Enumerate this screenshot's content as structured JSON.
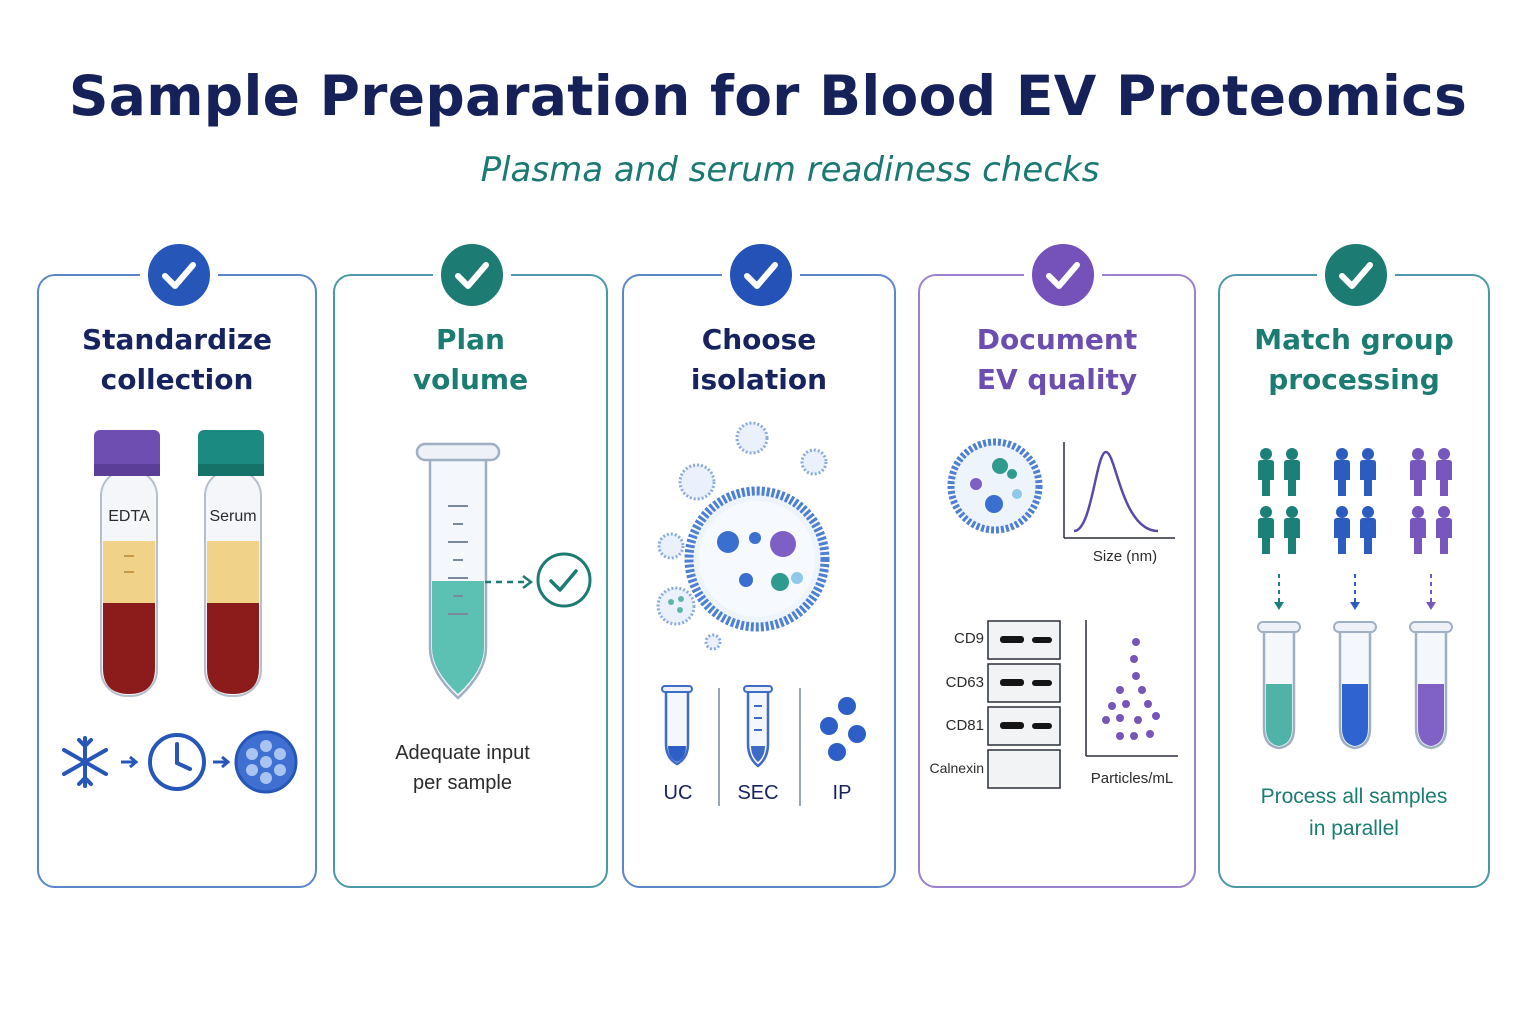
{
  "header": {
    "title": "Sample Preparation for Blood EV Proteomics",
    "subtitle": "Plasma and serum readiness checks"
  },
  "colors": {
    "navy": "#16215a",
    "blue": "#2a56b6",
    "teal": "#1d7e75",
    "purple": "#7755b8",
    "blood": "#8c1c1c",
    "serum_yellow": "#f1d48a"
  },
  "cards": [
    {
      "title_line1": "Standardize",
      "title_line2": "collection",
      "tube_labels": [
        "EDTA",
        "Serum"
      ],
      "icons": [
        "check-icon",
        "snowflake-icon",
        "clock-icon",
        "sample-plate-icon"
      ]
    },
    {
      "title_line1": "Plan",
      "title_line2": "volume",
      "caption_line1": "Adequate input",
      "caption_line2": "per sample",
      "icons": [
        "check-icon",
        "graduated-tube-icon",
        "check-circle-icon"
      ]
    },
    {
      "title_line1": "Choose",
      "title_line2": "isolation",
      "methods": [
        "UC",
        "SEC",
        "IP"
      ],
      "icons": [
        "check-icon",
        "vesicle-icon",
        "tube-icon",
        "column-icon",
        "beads-icon"
      ]
    },
    {
      "title_line1": "Document",
      "title_line2": "EV quality",
      "size_axis_label": "Size (nm)",
      "markers": [
        "CD9",
        "CD63",
        "CD81",
        "Calnexin"
      ],
      "particles_axis_label": "Particles/mL",
      "icons": [
        "check-icon",
        "vesicle-icon",
        "size-distribution-icon",
        "western-blot-icon",
        "scatter-icon"
      ]
    },
    {
      "title_line1": "Match group",
      "title_line2": "processing",
      "caption_line1": "Process all samples",
      "caption_line2": "in parallel",
      "icons": [
        "check-icon",
        "people-group-icon",
        "arrow-down-icon",
        "tube-icon"
      ]
    }
  ]
}
